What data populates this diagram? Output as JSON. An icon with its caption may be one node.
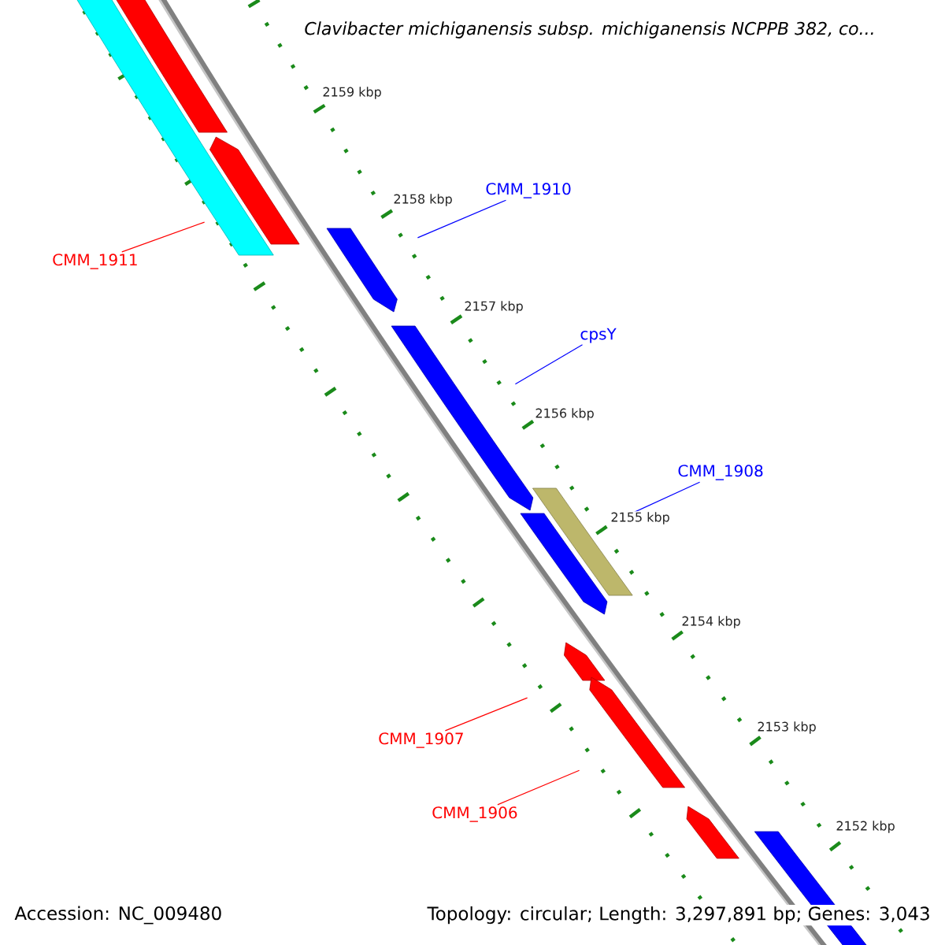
{
  "diagram": {
    "title": "Clavibacter michiganensis subsp. michiganensis NCPPB 382, co...",
    "nodes": [
      {
        "text": [
          "CMM_1910"
        ]
      },
      {
        "text": [
          "CMM_1911"
        ]
      },
      {
        "text": [
          "cpsY"
        ]
      },
      {
        "text": [
          "CMM_1908"
        ]
      },
      {
        "text": [
          "CMM_1907"
        ]
      },
      {
        "text": [
          "CMM_1906"
        ]
      },
      {
        "text": [],
        "shape": "arrow"
      },
      {
        "text": [],
        "shape": "arrow"
      },
      {
        "text": [],
        "shape": "arrow"
      },
      {
        "text": [],
        "shape": "arrow"
      },
      {
        "text": [],
        "shape": "arrow"
      },
      {
        "text": [],
        "shape": "arrow"
      }
    ],
    "edges": [
      {
        "from": 0,
        "to": 7,
        "arrow": "none",
        "color": "#0000ff"
      },
      {
        "from": 1,
        "to": 6,
        "arrow": "none",
        "color": "#ff0000"
      },
      {
        "from": 2,
        "to": 8,
        "arrow": "none",
        "color": "#0000ff"
      },
      {
        "from": 3,
        "to": 9,
        "arrow": "none",
        "color": "#0000ff"
      },
      {
        "from": 4,
        "to": 10,
        "arrow": "none",
        "color": "#ff0000"
      },
      {
        "from": 5,
        "to": 11,
        "arrow": "none",
        "color": "#ff0000"
      }
    ],
    "labels": [
      "2159 kbp",
      "2158 kbp",
      "2157 kbp",
      "2156 kbp",
      "2155 kbp",
      "2154 kbp",
      "2153 kbp",
      "2152 kbp",
      "Accession: NC_009480",
      "Topology: circular; Length: 3,297,891 bp; Genes: 3,043"
    ]
  }
}
